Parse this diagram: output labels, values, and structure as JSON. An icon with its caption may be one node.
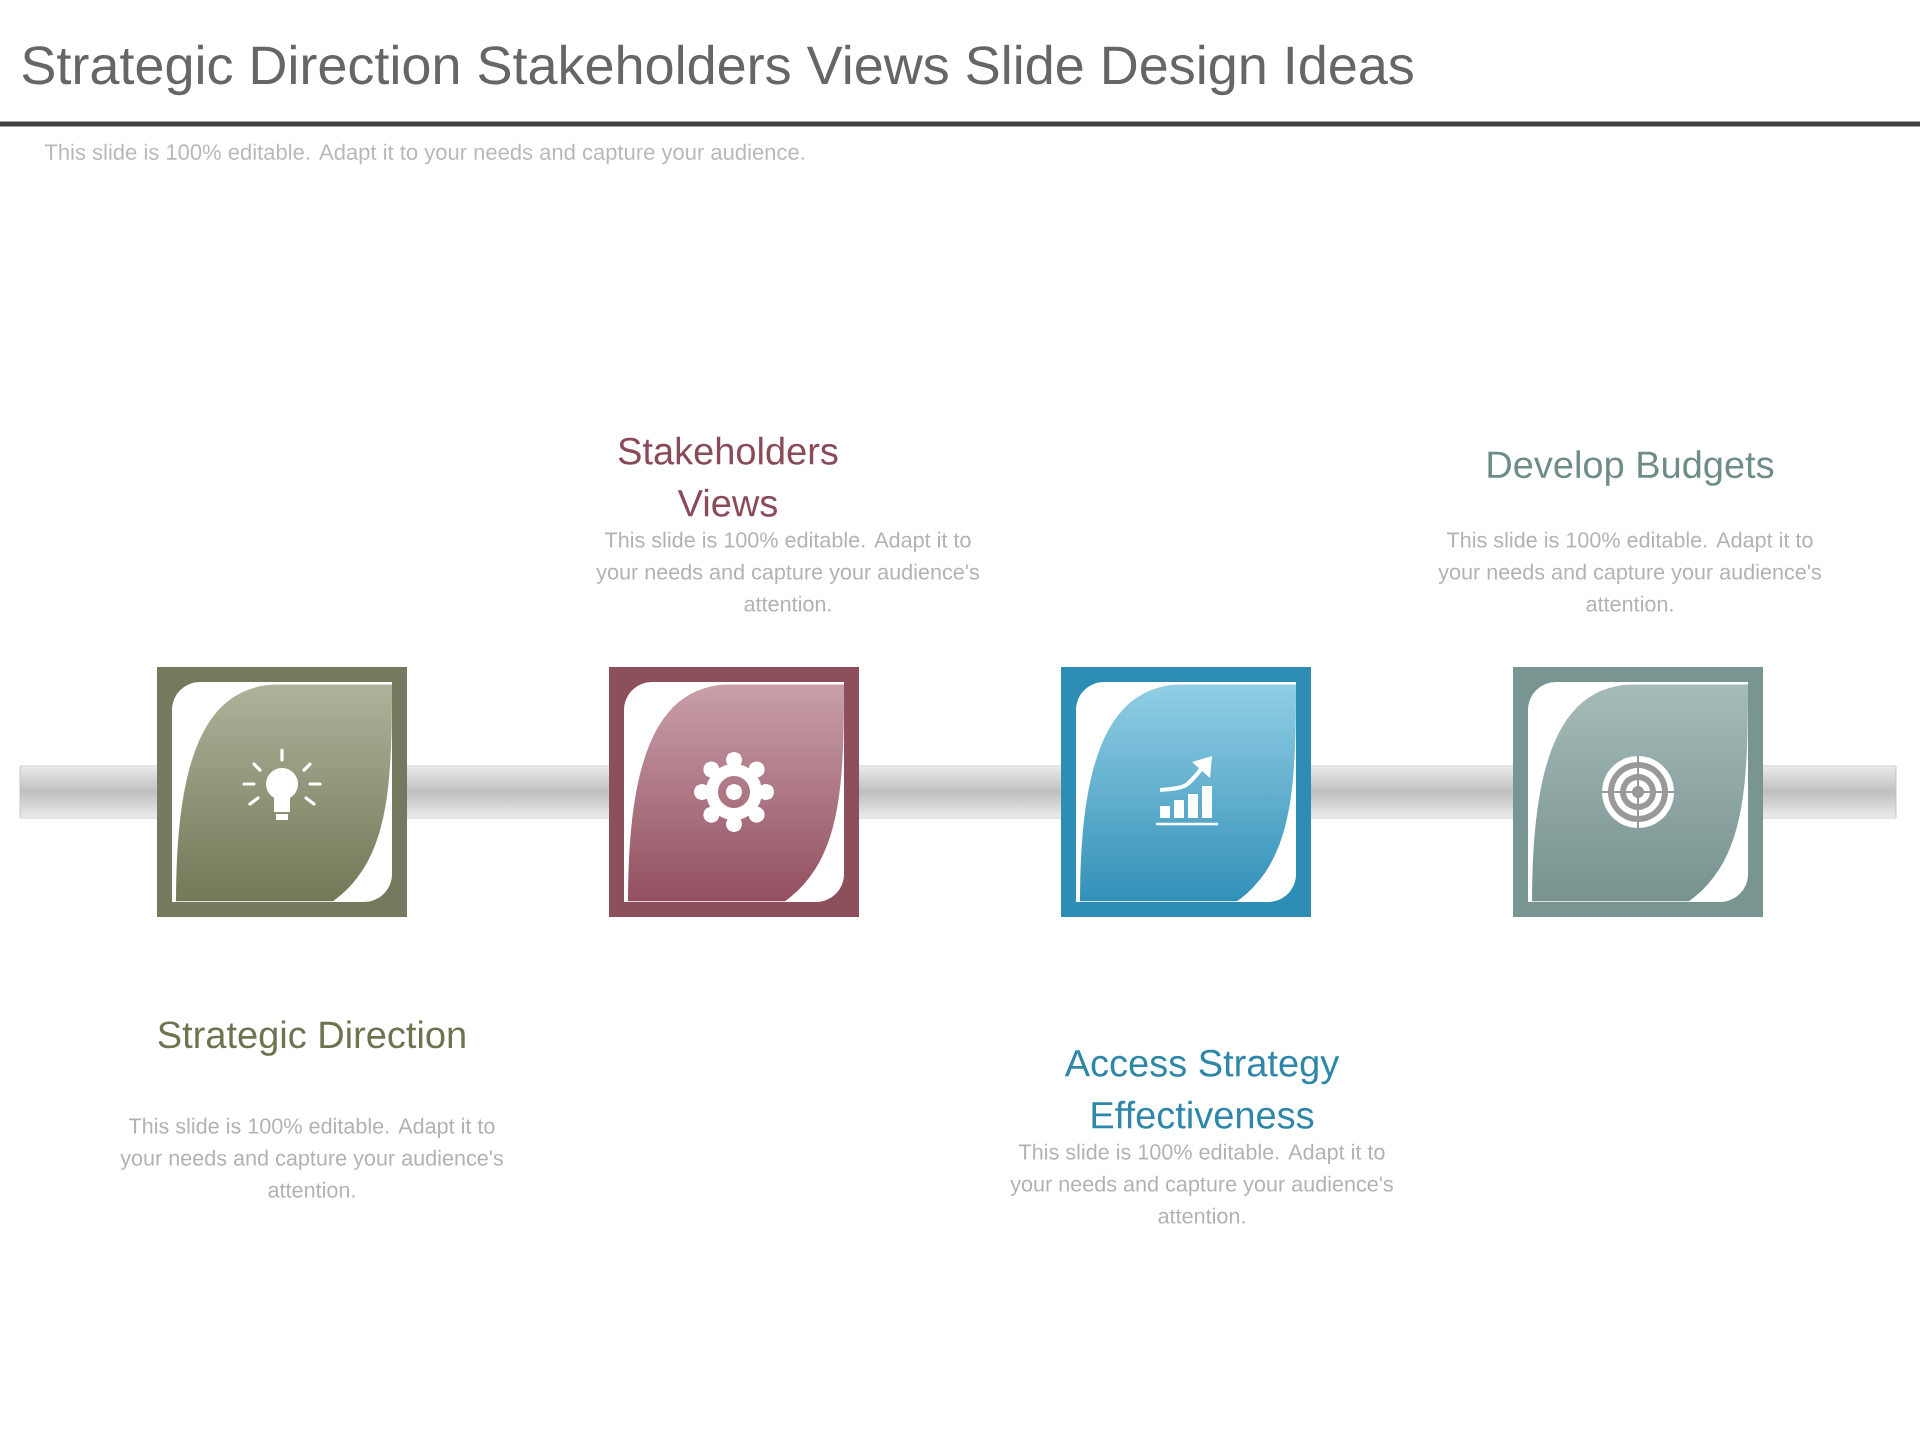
{
  "diagram": {
    "title": "Strategic Direction Stakeholders Views Slide Design Ideas",
    "nodes": [
      {
        "text": [],
        "shape": "box"
      },
      {
        "text": [],
        "shape": "box"
      },
      {
        "text": [],
        "shape": "box"
      },
      {
        "text": [],
        "shape": "box"
      },
      {
        "text": [
          "Strategic Direction",
          "This slide is 100% editable. Adapt it to your needs and capture your audience's attention."
        ]
      },
      {
        "text": [
          "Stakeholders Views",
          "This slide is 100% editable. Adapt it to your needs and capture your audience's attention."
        ]
      },
      {
        "text": [
          "Access Strategy Effectiveness",
          "This slide is 100% editable. Adapt it to your needs and capture your audience's attention."
        ]
      },
      {
        "text": [
          "Develop Budgets",
          "This slide is 100% editable. Adapt it to your needs and capture your audience's attention."
        ]
      }
    ],
    "labels": [
      "This slide is 100% editable. Adapt it to your needs and capture your audience."
    ]
  }
}
